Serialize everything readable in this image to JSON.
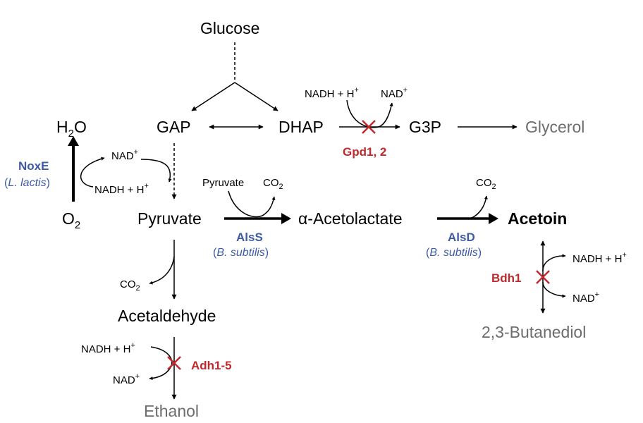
{
  "metabolites": {
    "glucose": "Glucose",
    "gap": "GAP",
    "dhap": "DHAP",
    "g3p": "G3P",
    "glycerol": "Glycerol",
    "h2o_main": "H",
    "h2o_sub": "2",
    "h2o_tail": "O",
    "o2_main": "O",
    "o2_sub": "2",
    "pyruvate": "Pyruvate",
    "acetolactate": "α-Acetolactate",
    "acetoin": "Acetoin",
    "acetaldehyde": "Acetaldehyde",
    "ethanol": "Ethanol",
    "butanediol": "2,3-Butanediol"
  },
  "cofactors": {
    "nadh": "NADH + H",
    "nad": "NAD",
    "plus": "+",
    "co2": "CO",
    "co2_sub": "2",
    "pyruvate_small": "Pyruvate"
  },
  "enzymes": {
    "noxe": "NoxE",
    "noxe_org": "L. lactis",
    "alss": "AlsS",
    "alss_org": "B. subtilis",
    "alsd": "AlsD",
    "alsd_org": "B. subtilis",
    "gpd": "Gpd1, 2",
    "bdh": "Bdh1",
    "adh": "Adh1-5"
  },
  "colors": {
    "black": "#000000",
    "gray": "#6d6d6d",
    "blue": "#3d5aa6",
    "red": "#c0282d"
  }
}
